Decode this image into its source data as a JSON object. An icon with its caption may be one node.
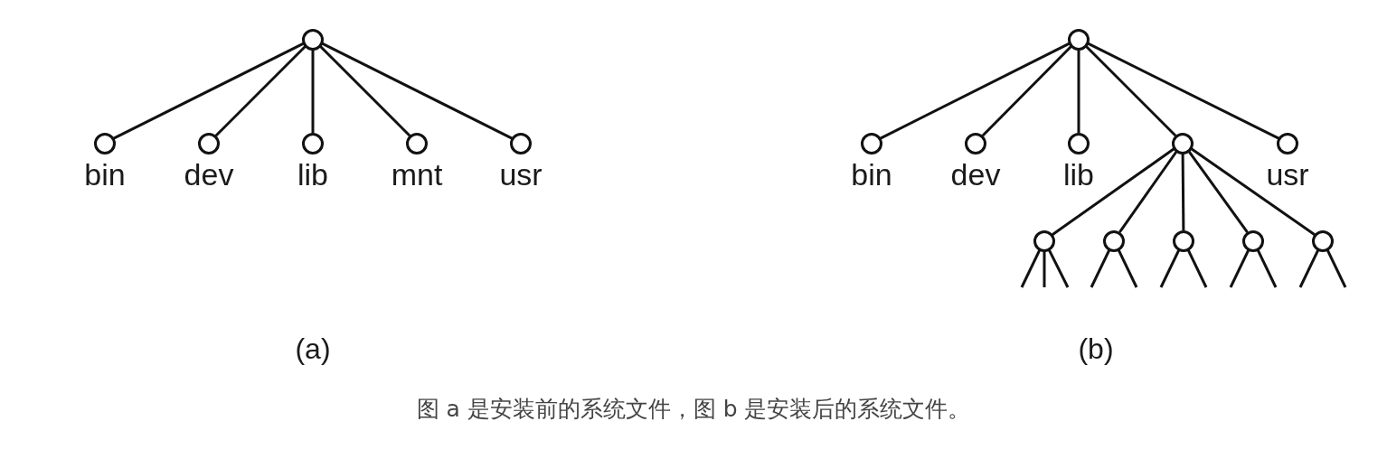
{
  "diagram": {
    "caption": "图 a 是安装前的系统文件，图 b 是安装后的系统文件。",
    "nodes": [
      {
        "text": [],
        "shape": "circle"
      },
      {
        "text": [
          "bin"
        ]
      },
      {
        "text": [
          "dev"
        ]
      },
      {
        "text": [
          "lib"
        ]
      },
      {
        "text": [
          "mnt"
        ]
      },
      {
        "text": [
          "usr"
        ]
      },
      {
        "text": [],
        "shape": "circle"
      },
      {
        "text": [
          "bin"
        ]
      },
      {
        "text": [
          "dev"
        ]
      },
      {
        "text": [
          "lib"
        ]
      },
      {
        "text": [],
        "shape": "circle"
      },
      {
        "text": [
          "usr"
        ]
      },
      {
        "text": [],
        "shape": "circle"
      },
      {
        "text": [],
        "shape": "circle"
      },
      {
        "text": [],
        "shape": "circle"
      },
      {
        "text": [],
        "shape": "circle"
      },
      {
        "text": [],
        "shape": "circle"
      }
    ],
    "edges": [
      {
        "from": 0,
        "to": 1,
        "arrow": "none"
      },
      {
        "from": 0,
        "to": 2,
        "arrow": "none"
      },
      {
        "from": 0,
        "to": 3,
        "arrow": "none"
      },
      {
        "from": 0,
        "to": 4,
        "arrow": "none"
      },
      {
        "from": 0,
        "to": 5,
        "arrow": "none"
      },
      {
        "from": 6,
        "to": 7,
        "arrow": "none"
      },
      {
        "from": 6,
        "to": 8,
        "arrow": "none"
      },
      {
        "from": 6,
        "to": 9,
        "arrow": "none"
      },
      {
        "from": 6,
        "to": 10,
        "arrow": "none"
      },
      {
        "from": 6,
        "to": 11,
        "arrow": "none"
      },
      {
        "from": 10,
        "to": 12,
        "arrow": "none"
      },
      {
        "from": 10,
        "to": 13,
        "arrow": "none"
      },
      {
        "from": 10,
        "to": 14,
        "arrow": "none"
      },
      {
        "from": 10,
        "to": 15,
        "arrow": "none"
      },
      {
        "from": 10,
        "to": 16,
        "arrow": "none"
      },
      {
        "from": 12,
        "to": null,
        "arrow": "none"
      },
      {
        "from": 12,
        "to": null,
        "arrow": "none"
      },
      {
        "from": 12,
        "to": null,
        "arrow": "none"
      },
      {
        "from": 13,
        "to": null,
        "arrow": "none"
      },
      {
        "from": 13,
        "to": null,
        "arrow": "none"
      },
      {
        "from": 14,
        "to": null,
        "arrow": "none"
      },
      {
        "from": 14,
        "to": null,
        "arrow": "none"
      },
      {
        "from": 15,
        "to": null,
        "arrow": "none"
      },
      {
        "from": 15,
        "to": null,
        "arrow": "none"
      },
      {
        "from": 16,
        "to": null,
        "arrow": "none"
      },
      {
        "from": 16,
        "to": null,
        "arrow": "none"
      }
    ],
    "labels": [
      "(a)",
      "(b)"
    ]
  }
}
